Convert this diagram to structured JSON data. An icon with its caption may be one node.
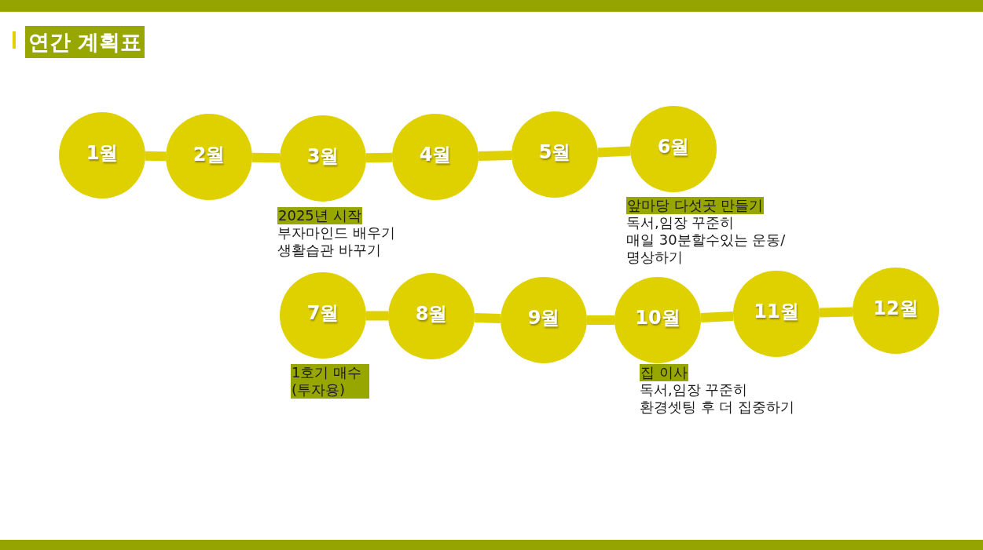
{
  "diagram": {
    "title": "연간 계획표",
    "nodes": [
      {
        "text": [
          "1월"
        ]
      },
      {
        "text": [
          "2월"
        ]
      },
      {
        "text": [
          "3월"
        ],
        "beside": [
          "2025년 시작",
          "부자마인드 배우기",
          "생활습관 바꾸기"
        ]
      },
      {
        "text": [
          "4월"
        ]
      },
      {
        "text": [
          "5월"
        ]
      },
      {
        "text": [
          "6월"
        ],
        "beside": [
          "앞마당 다섯곳 만들기",
          "독서,임장 꾸준히",
          "매일 30분할수있는 운동/ 명상하기"
        ]
      },
      {
        "text": [
          "7월"
        ],
        "beside": [
          "1호기 매수 (투자용)"
        ]
      },
      {
        "text": [
          "8월"
        ]
      },
      {
        "text": [
          "9월"
        ]
      },
      {
        "text": [
          "10월"
        ],
        "beside": [
          "집 이사",
          "독서,임장 꾸준히",
          "환경셋팅 후 더 집중하기"
        ]
      },
      {
        "text": [
          "11월"
        ]
      },
      {
        "text": [
          "12월"
        ]
      }
    ],
    "edges": [
      {
        "from": 0,
        "to": 1,
        "arrow": "none"
      },
      {
        "from": 1,
        "to": 2,
        "arrow": "none"
      },
      {
        "from": 2,
        "to": 3,
        "arrow": "none"
      },
      {
        "from": 3,
        "to": 4,
        "arrow": "none"
      },
      {
        "from": 4,
        "to": 5,
        "arrow": "none"
      },
      {
        "from": 6,
        "to": 7,
        "arrow": "none"
      },
      {
        "from": 7,
        "to": 8,
        "arrow": "none"
      },
      {
        "from": 8,
        "to": 9,
        "arrow": "none"
      },
      {
        "from": 9,
        "to": 10,
        "arrow": "none"
      },
      {
        "from": 10,
        "to": 11,
        "arrow": "none"
      }
    ]
  }
}
